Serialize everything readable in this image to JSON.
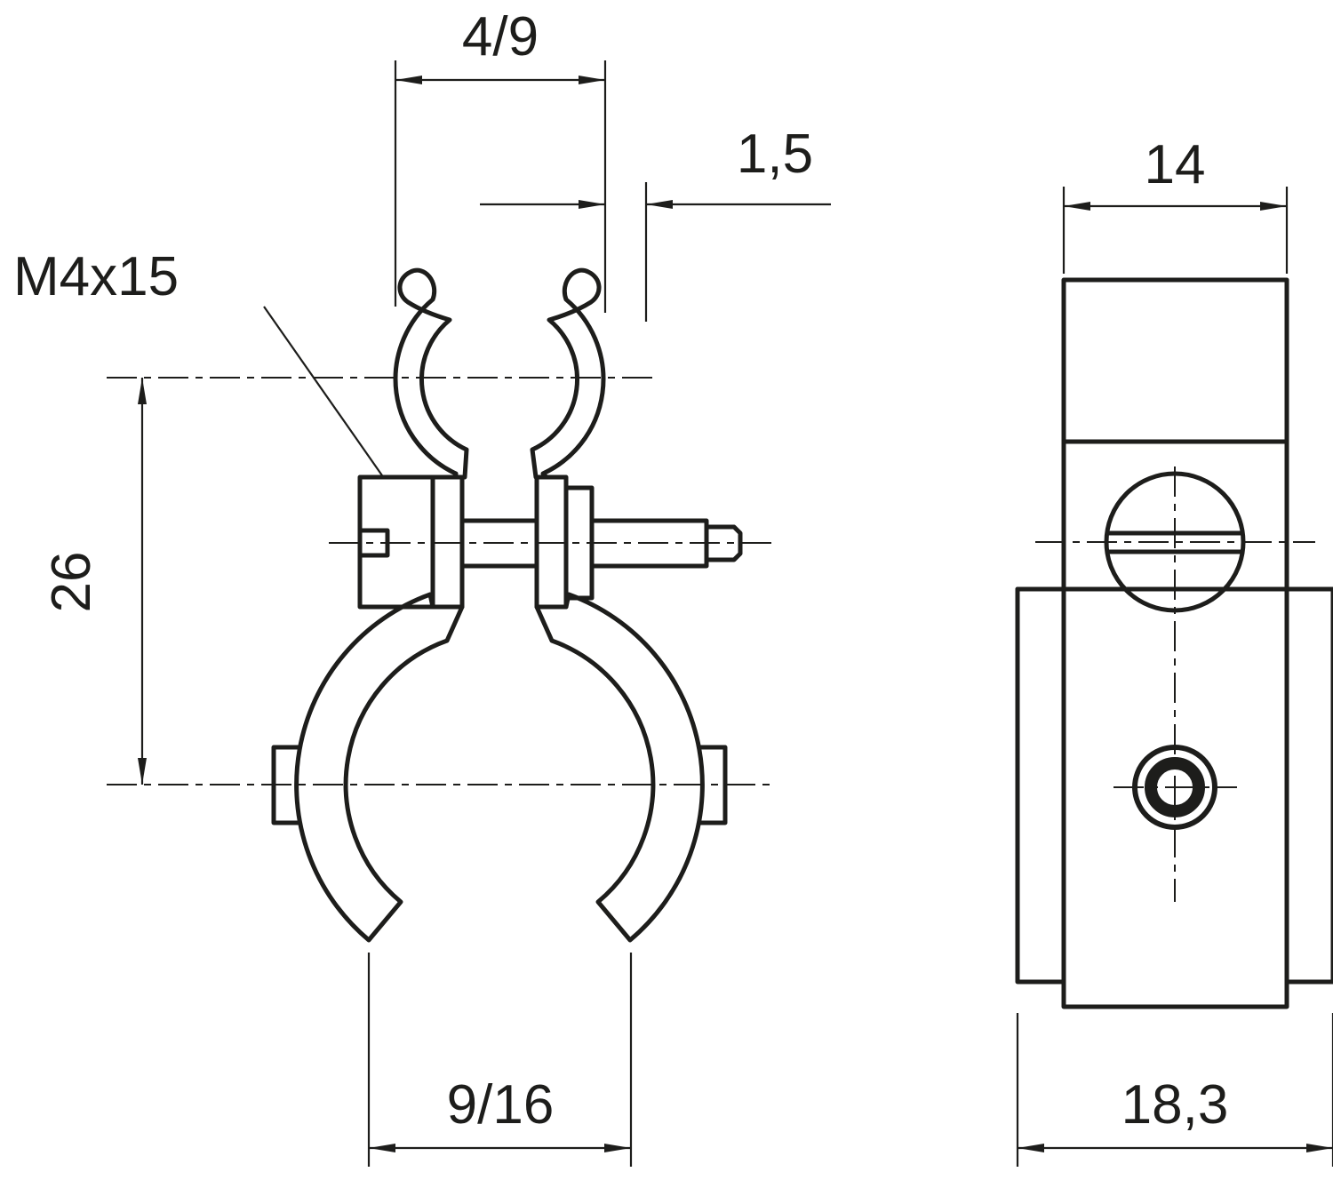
{
  "drawing": {
    "kind": "technical-drawing-pipe-clip",
    "dimensions": {
      "top_gap": "4/9",
      "tip_thickness": "1,5",
      "screw_spec": "M4x15",
      "center_distance": "26",
      "bottom_gap": "9/16",
      "side_width": "14",
      "side_depth": "18,3"
    },
    "colors": {
      "line": "#1d1d1b",
      "background": "#ffffff"
    }
  }
}
